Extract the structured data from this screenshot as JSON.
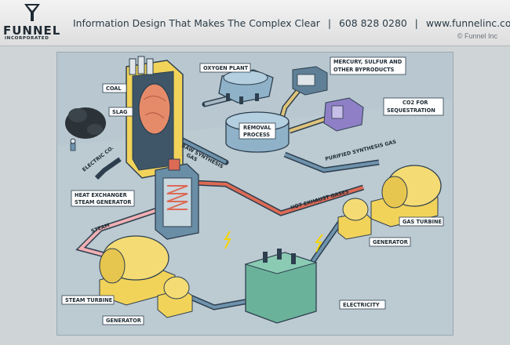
{
  "header": {
    "logo_word": "FUNNEL",
    "logo_sub": "INCORPORATED",
    "tagline": "Information Design That Makes The Complex Clear",
    "separator": "|",
    "phone": "608 828 0280",
    "website": "www.funnelinc.com",
    "copyright": "© Funnel Inc"
  },
  "diagram": {
    "labels": {
      "coal": "COAL",
      "slag": "SLAG",
      "oxygen_plant": "OXYGEN PLANT",
      "byproducts_line1": "MERCURY, SULFUR AND",
      "byproducts_line2": "OTHER BYPRODUCTS",
      "co2_line1": "CO2 FOR",
      "co2_line2": "SEQUESTRATION",
      "removal_line1": "REMOVAL",
      "removal_line2": "PROCESS",
      "heat_exchanger_line1": "HEAT EXCHANGER",
      "heat_exchanger_line2": "STEAM GENERATOR",
      "gas_turbine": "GAS TURBINE",
      "generator_right": "GENERATOR",
      "steam_turbine": "STEAM TURBINE",
      "generator_left": "GENERATOR",
      "electricity": "ELECTRICITY"
    },
    "flow_labels": {
      "raw_synthesis_line1": "RAW SYNTHESIS",
      "raw_synthesis_line2": "GAS",
      "purified_synthesis": "PURIFIED SYNTHESIS GAS",
      "hot_exhaust": "HOT EXHAUST GASES",
      "steam": "STEAM",
      "electric_co": "ELECTRIC CO."
    }
  }
}
